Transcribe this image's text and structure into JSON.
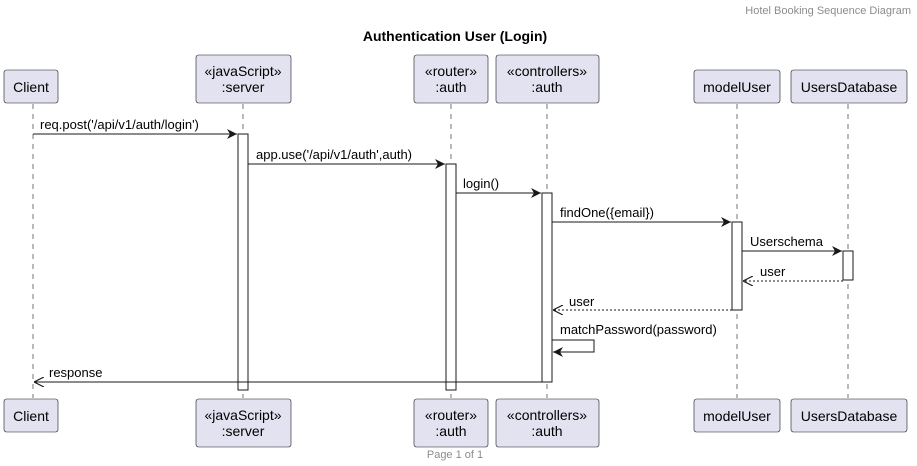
{
  "header": {
    "text": "Hotel Booking Sequence Diagram"
  },
  "title": "Authentication User (Login)",
  "footer": {
    "text": "Page 1 of 1"
  },
  "colors": {
    "participant_fill": "#E2E2F0",
    "line": "#181818",
    "header_text": "#8c8c8c"
  },
  "participants": [
    {
      "id": "client",
      "lines": [
        "Client"
      ]
    },
    {
      "id": "server",
      "lines": [
        "«javaScript»",
        ":server"
      ]
    },
    {
      "id": "router",
      "lines": [
        "«router»",
        ":auth"
      ]
    },
    {
      "id": "controllers",
      "lines": [
        "«controllers»",
        ":auth"
      ]
    },
    {
      "id": "modeluser",
      "lines": [
        "modelUser"
      ]
    },
    {
      "id": "usersdb",
      "lines": [
        "UsersDatabase"
      ]
    }
  ],
  "messages": [
    {
      "from": "client",
      "to": "server",
      "label": "req.post('/api/v1/auth/login')",
      "style": "solid"
    },
    {
      "from": "server",
      "to": "router",
      "label": "app.use('/api/v1/auth',auth)",
      "style": "solid"
    },
    {
      "from": "router",
      "to": "controllers",
      "label": "login()",
      "style": "solid"
    },
    {
      "from": "controllers",
      "to": "modeluser",
      "label": "findOne({email})",
      "style": "solid"
    },
    {
      "from": "modeluser",
      "to": "usersdb",
      "label": "Userschema",
      "style": "solid"
    },
    {
      "from": "usersdb",
      "to": "modeluser",
      "label": "user",
      "style": "dashed"
    },
    {
      "from": "modeluser",
      "to": "controllers",
      "label": "user",
      "style": "dashed"
    },
    {
      "from": "controllers",
      "to": "controllers",
      "label": "matchPassword(password)",
      "style": "self"
    },
    {
      "from": "controllers",
      "to": "client",
      "label": "response",
      "style": "solid-open"
    }
  ]
}
